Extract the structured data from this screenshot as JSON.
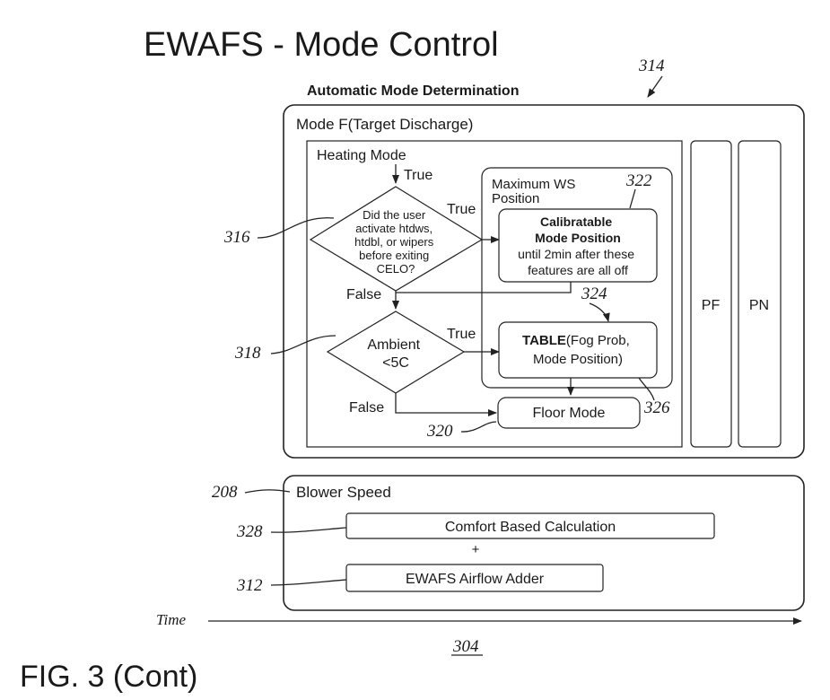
{
  "title": "EWAFS - Mode Control",
  "figure_label": "FIG. 3 (Cont)",
  "section_header": "Automatic Mode Determination",
  "refs": {
    "r314": "314",
    "r316": "316",
    "r318": "318",
    "r320": "320",
    "r322": "322",
    "r324": "324",
    "r326": "326",
    "r208": "208",
    "r328": "328",
    "r312": "312",
    "r304": "304"
  },
  "mode_panel": {
    "title": "Mode F(Target Discharge)",
    "heating_mode": "Heating Mode",
    "pf": "PF",
    "pn": "PN"
  },
  "flow": {
    "true_top": "True",
    "decision1": [
      "Did the user",
      "activate htdws,",
      "htdbl, or wipers",
      "before exiting",
      "CELO?"
    ],
    "decision1_true": "True",
    "decision1_false": "False",
    "decision2": [
      "Ambient",
      "<5C"
    ],
    "decision2_true": "True",
    "decision2_false": "False",
    "max_ws": [
      "Maximum WS",
      "Position"
    ],
    "calibratable_bold": [
      "Calibratable",
      "Mode Position"
    ],
    "calibratable_rest": [
      "until 2min after these",
      "features are all off"
    ],
    "table_bold": "TABLE",
    "table_rest_1": "(Fog Prob,",
    "table_rest_2": "Mode Position)",
    "floor_mode": "Floor Mode"
  },
  "blower": {
    "title": "Blower Speed",
    "comfort": "Comfort Based Calculation",
    "plus": "+",
    "adder": "EWAFS Airflow Adder"
  },
  "time_label": "Time"
}
